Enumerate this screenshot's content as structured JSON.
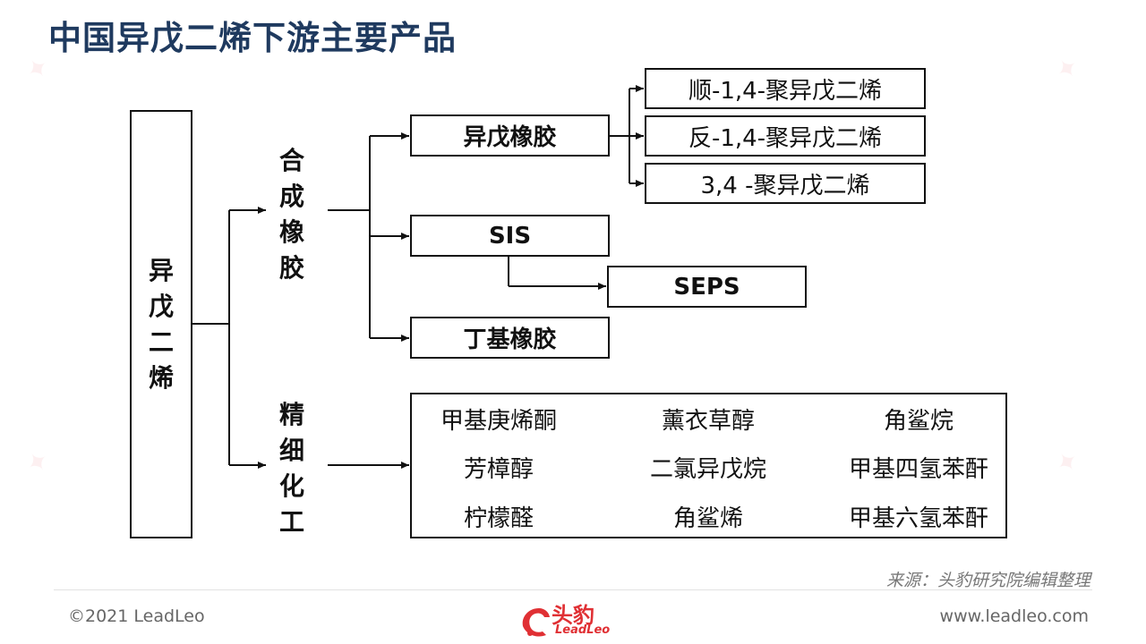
{
  "title": "中国异戊二烯下游主要产品",
  "root": [
    "异",
    "戊",
    "二",
    "烯"
  ],
  "branch_synthetic_rubber": [
    "合",
    "成",
    "橡",
    "胶"
  ],
  "branch_fine_chemical": [
    "精",
    "细",
    "化",
    "工"
  ],
  "isoprene_rubber": "异戊橡胶",
  "isoprene_rubber_children": [
    "顺-1,4-聚异戊二烯",
    "反-1,4-聚异戊二烯",
    "3,4 -聚异戊二烯"
  ],
  "sis": "SIS",
  "seps": "SEPS",
  "butyl_rubber": "丁基橡胶",
  "fine_chemicals": [
    [
      "甲基庚烯酮",
      "薰衣草醇",
      "角鲨烷"
    ],
    [
      "芳樟醇",
      "二氯异戊烷",
      "甲基四氢苯酐"
    ],
    [
      "柠檬醛",
      "角鲨烯",
      "甲基六氢苯酐"
    ]
  ],
  "source": "来源：头豹研究院编辑整理",
  "copyright": "©2021 LeadLeo",
  "website": "www.leadleo.com",
  "logo": {
    "cn": "头豹",
    "en": "LeadLeo",
    "color": "#e03034"
  },
  "colors": {
    "title": "#1f3a5f",
    "line": "#111111"
  }
}
